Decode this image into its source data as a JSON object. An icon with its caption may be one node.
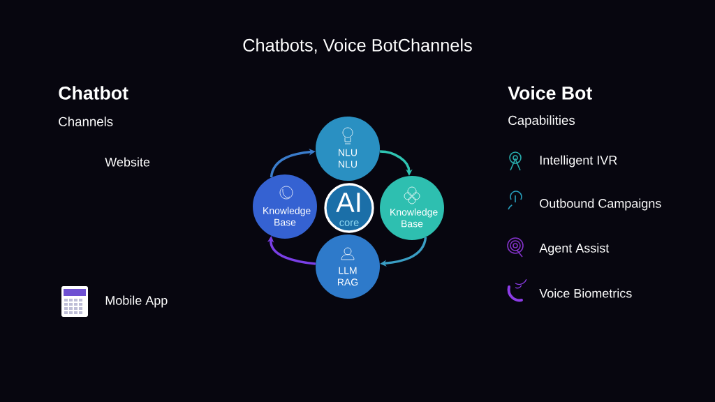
{
  "diagram": {
    "title": "Chatbots, Voice BotChannels",
    "nodes": [
      {
        "text": [
          "NLU NLU"
        ]
      },
      {
        "text": [
          "Knowledge Base"
        ]
      },
      {
        "text": [
          "AI",
          "core"
        ]
      },
      {
        "text": [
          "Knowledge Base"
        ]
      },
      {
        "text": [
          "LLM RAG"
        ]
      }
    ],
    "edges": [
      {
        "from": 1,
        "to": 0,
        "arrow": "to"
      },
      {
        "from": 0,
        "to": 3,
        "arrow": "to"
      },
      {
        "from": 3,
        "to": 4,
        "arrow": "to"
      },
      {
        "from": 4,
        "to": 1,
        "arrow": "to",
        "color": "#7a3fe6"
      }
    ],
    "labels": [
      "Chatbot",
      "Channels",
      "Website",
      "Mobile App",
      "Voice Bot",
      "Capabilities",
      "Intelligent IVR",
      "Outbound Campaigns",
      "Agent Assist",
      "Voice Biometrics"
    ]
  }
}
